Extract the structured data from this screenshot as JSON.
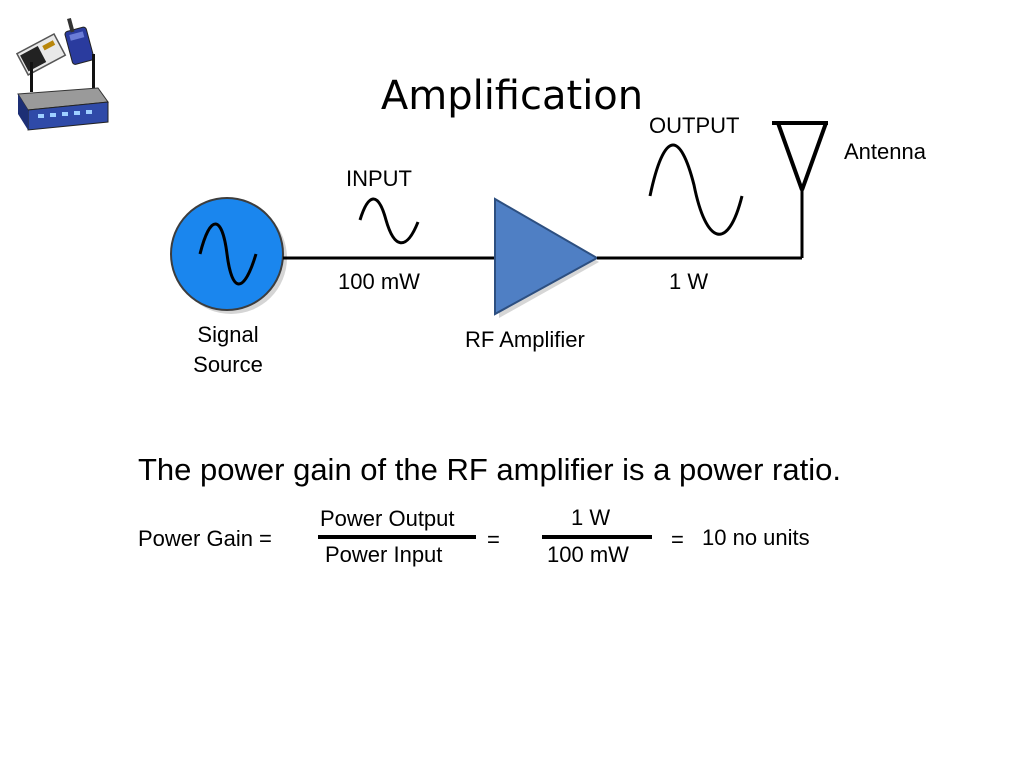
{
  "title": "Amplification",
  "diagram": {
    "input_label": "INPUT",
    "output_label": "OUTPUT",
    "antenna_label": "Antenna",
    "input_power": "100 mW",
    "output_power": "1 W",
    "source_label_line1": "Signal",
    "source_label_line2": "Source",
    "amplifier_label": "RF Amplifier"
  },
  "explanation": "The power gain of the RF amplifier is a power ratio.",
  "formula": {
    "lhs": "Power Gain =",
    "numerator_words": "Power Output",
    "denominator_words": "Power Input",
    "equals_1": "=",
    "numerator_value": "1 W",
    "denominator_value": "100 mW",
    "equals_2": "=",
    "result": "10 no units"
  },
  "colors": {
    "source_fill": "#1a86ee",
    "amplifier_fill": "#4f7fc4",
    "line": "#000000"
  },
  "icons": [
    "router-devices-icon"
  ]
}
